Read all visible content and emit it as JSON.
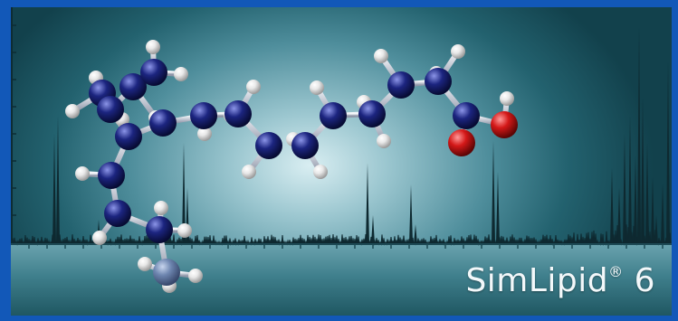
{
  "product": {
    "name": "SimLipid",
    "trademark": "®",
    "version": "6"
  },
  "colors": {
    "border": "#1258b8",
    "carbon_atom": "#1c2580",
    "hydrogen_atom": "#e8e8e8",
    "oxygen_atom": "#d41818",
    "nitrogen_atom": "#6e86b0",
    "spectrum_peak": "#0e2930"
  },
  "icons": [
    "lipid-molecule-illustration",
    "mass-spectrum-illustration"
  ]
}
